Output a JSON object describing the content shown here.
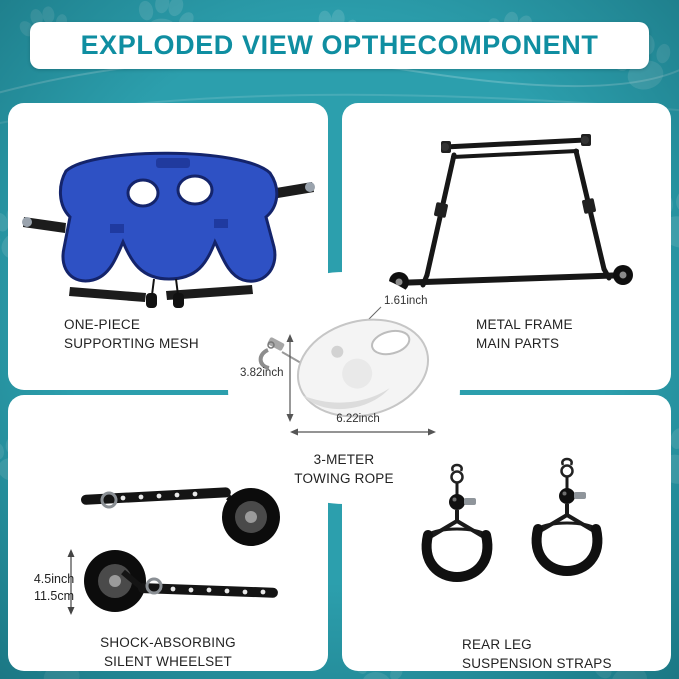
{
  "header": {
    "title": "EXPLODED VIEW OPTHECOMPONENT"
  },
  "panels": {
    "mesh": {
      "label1": "ONE-PIECE",
      "label2": "SUPPORTING MESH"
    },
    "frame": {
      "label1": "METAL FRAME",
      "label2": "MAIN PARTS"
    },
    "wheelset": {
      "label1": "SHOCK-ABSORBING",
      "label2": "SILENT WHEELSET",
      "measure1": "4.5inch",
      "measure2": "11.5cm"
    },
    "straps": {
      "label1": "REAR LEG",
      "label2": "SUSPENSION STRAPS"
    }
  },
  "center": {
    "label1": "3-METER",
    "label2": "TOWING ROPE",
    "dims": {
      "top": "1.61inch",
      "left": "3.82inch",
      "bottom": "6.22inch"
    }
  },
  "colors": {
    "background": "#2c9fad",
    "title_teal": "#0f8ea1",
    "panel_white": "#ffffff",
    "mesh_blue": "#2e51c4",
    "metal_black": "#141414"
  },
  "icons": {
    "paw": "paw-print-icon"
  }
}
